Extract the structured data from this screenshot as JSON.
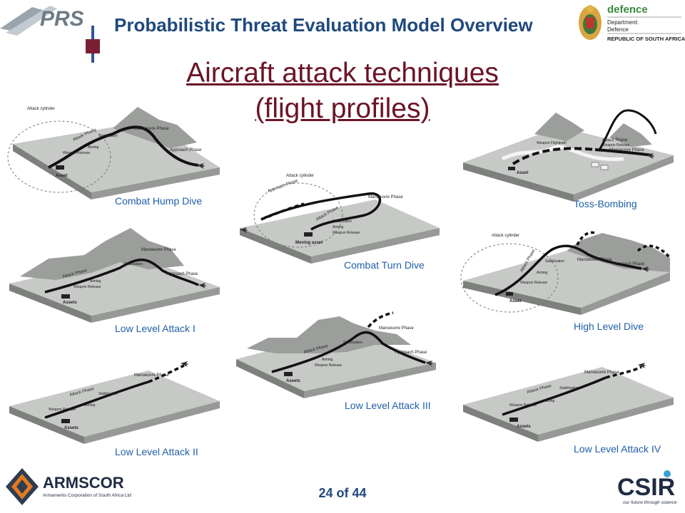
{
  "header": {
    "title": "Probabilistic Threat Evaluation Model Overview",
    "left_logo": {
      "text": "PRS"
    },
    "right_logo": {
      "wordmark": "defence",
      "line1": "Department:",
      "line2": "Defence",
      "line3": "REPUBLIC OF SOUTH AFRICA"
    }
  },
  "slide": {
    "title_line1": "Aircraft attack techniques",
    "title_line2": "(flight profiles)"
  },
  "panels": [
    {
      "caption": "Combat Hump Dive",
      "labels": [
        "Attack cylinder",
        "Attack Phase",
        "Stabilisation",
        "Aiming",
        "Weapon Release",
        "Manoeuvre Phase",
        "Approach Phase",
        "Asset"
      ]
    },
    {
      "caption": "Combat Turn Dive",
      "labels": [
        "Attack cylinder",
        "Approach Phase",
        "Manoeuvre Phase",
        "Attack Phase",
        "Stabilisation",
        "Aiming",
        "Weapon Release",
        "Moving asset"
      ]
    },
    {
      "caption": "Toss-Bombing",
      "labels": [
        "Weapon Flightpath",
        "Attack Phase",
        "Weapon Release",
        "Manoeuvre Phase",
        "Asset"
      ]
    },
    {
      "caption": "Low Level Attack I",
      "labels": [
        "Manoeuvre Phase",
        "Stabilisation",
        "Attack Phase",
        "Aiming",
        "Weapon Release",
        "Approach Phase",
        "Assets"
      ]
    },
    {
      "caption": "High Level Dive",
      "labels": [
        "Attack cylinder",
        "Attack Phase",
        "Stabilisation",
        "Aiming",
        "Weapon Release",
        "Manoeuvre Phase",
        "Approach Phase",
        "Asset"
      ]
    },
    {
      "caption": "Low Level Attack III",
      "labels": [
        "Manoeuvre Phase",
        "Stabilisation",
        "Attack Phase",
        "Aiming",
        "Weapon Release",
        "Approach Phase",
        "Assets"
      ]
    },
    {
      "caption": "Low Level Attack II",
      "labels": [
        "Manoeuvre Phase",
        "Attack Phase",
        "Stabilisation",
        "Aiming",
        "Weapon Release",
        "Assets"
      ]
    },
    {
      "caption": "Low Level Attack IV",
      "labels": [
        "Manoeuvre Phase",
        "Attack Phase",
        "Stabilisation",
        "Aiming",
        "Weapon Release",
        "Assets"
      ]
    }
  ],
  "footer": {
    "page": "24 of 44",
    "left_logo": {
      "name": "ARMSCOR",
      "subtitle": "Armaments Corporation of South Africa Ltd"
    },
    "right_logo": {
      "name": "CSIR",
      "tagline": "our future through science"
    }
  },
  "colors": {
    "header_title": "#1f497d",
    "slide_title": "#6b1426",
    "caption": "#1f5fa8",
    "accent_bar": "#7b1f33",
    "terrain_top": "#c6c9c6",
    "terrain_side": "#7d807d",
    "flight_path": "#111111"
  }
}
